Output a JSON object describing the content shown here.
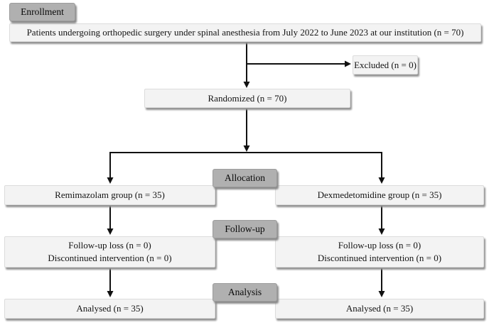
{
  "stages": {
    "enrollment": "Enrollment",
    "allocation": "Allocation",
    "followup": "Follow-up",
    "analysis": "Analysis"
  },
  "boxes": {
    "eligibility": "Patients undergoing orthopedic surgery under spinal anesthesia from July 2022 to June 2023 at our institution (n = 70)",
    "excluded": "Excluded (n = 0)",
    "randomized": "Randomized (n = 70)",
    "group_left": "Remimazolam group (n = 35)",
    "group_right": "Dexmedetomidine group (n = 35)",
    "followup_left": {
      "line1": "Follow-up loss (n = 0)",
      "line2": "Discontinued intervention (n = 0)"
    },
    "followup_right": {
      "line1": "Follow-up loss (n = 0)",
      "line2": "Discontinued intervention (n = 0)"
    },
    "analysed_left": "Analysed (n = 35)",
    "analysed_right": "Analysed (n = 35)"
  },
  "colors": {
    "stage_label_bg": "#b0b0b0",
    "box_bg": "#f3f3f3",
    "box_border": "#dcdcdc",
    "shadow": "#8f8f8f",
    "arrow": "#111111",
    "text": "#141414",
    "background": "#ffffff"
  }
}
